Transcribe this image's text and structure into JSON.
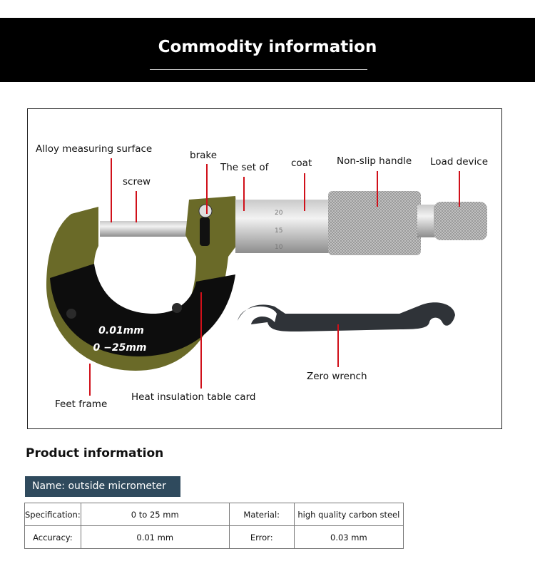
{
  "header": {
    "title": "Commodity information"
  },
  "diagram": {
    "labels": {
      "alloy_surface": "Alloy measuring surface",
      "screw": "screw",
      "brake": "brake",
      "set_of": "The set of",
      "coat": "coat",
      "handle": "Non-slip handle",
      "load_device": "Load device",
      "feet_frame": "Feet frame",
      "card": "Heat insulation table card",
      "wrench": "Zero wrench"
    },
    "card_text": {
      "resolution": "0.01mm",
      "range": "0 −25mm"
    },
    "scale_marks": [
      "20",
      "15",
      "10"
    ],
    "colors": {
      "leader": "#d0101a",
      "frame": "#6a6a28",
      "card": "#0d0d0d"
    }
  },
  "product": {
    "heading": "Product information",
    "name": "Name: outside micrometer",
    "rows": [
      [
        {
          "k": "Specification:",
          "v": "0 to 25 mm"
        },
        {
          "k": "Material:",
          "v": "high quality carbon steel"
        }
      ],
      [
        {
          "k": "Accuracy:",
          "v": "0.01 mm"
        },
        {
          "k": "Error:",
          "v": "0.03 mm"
        }
      ]
    ]
  }
}
